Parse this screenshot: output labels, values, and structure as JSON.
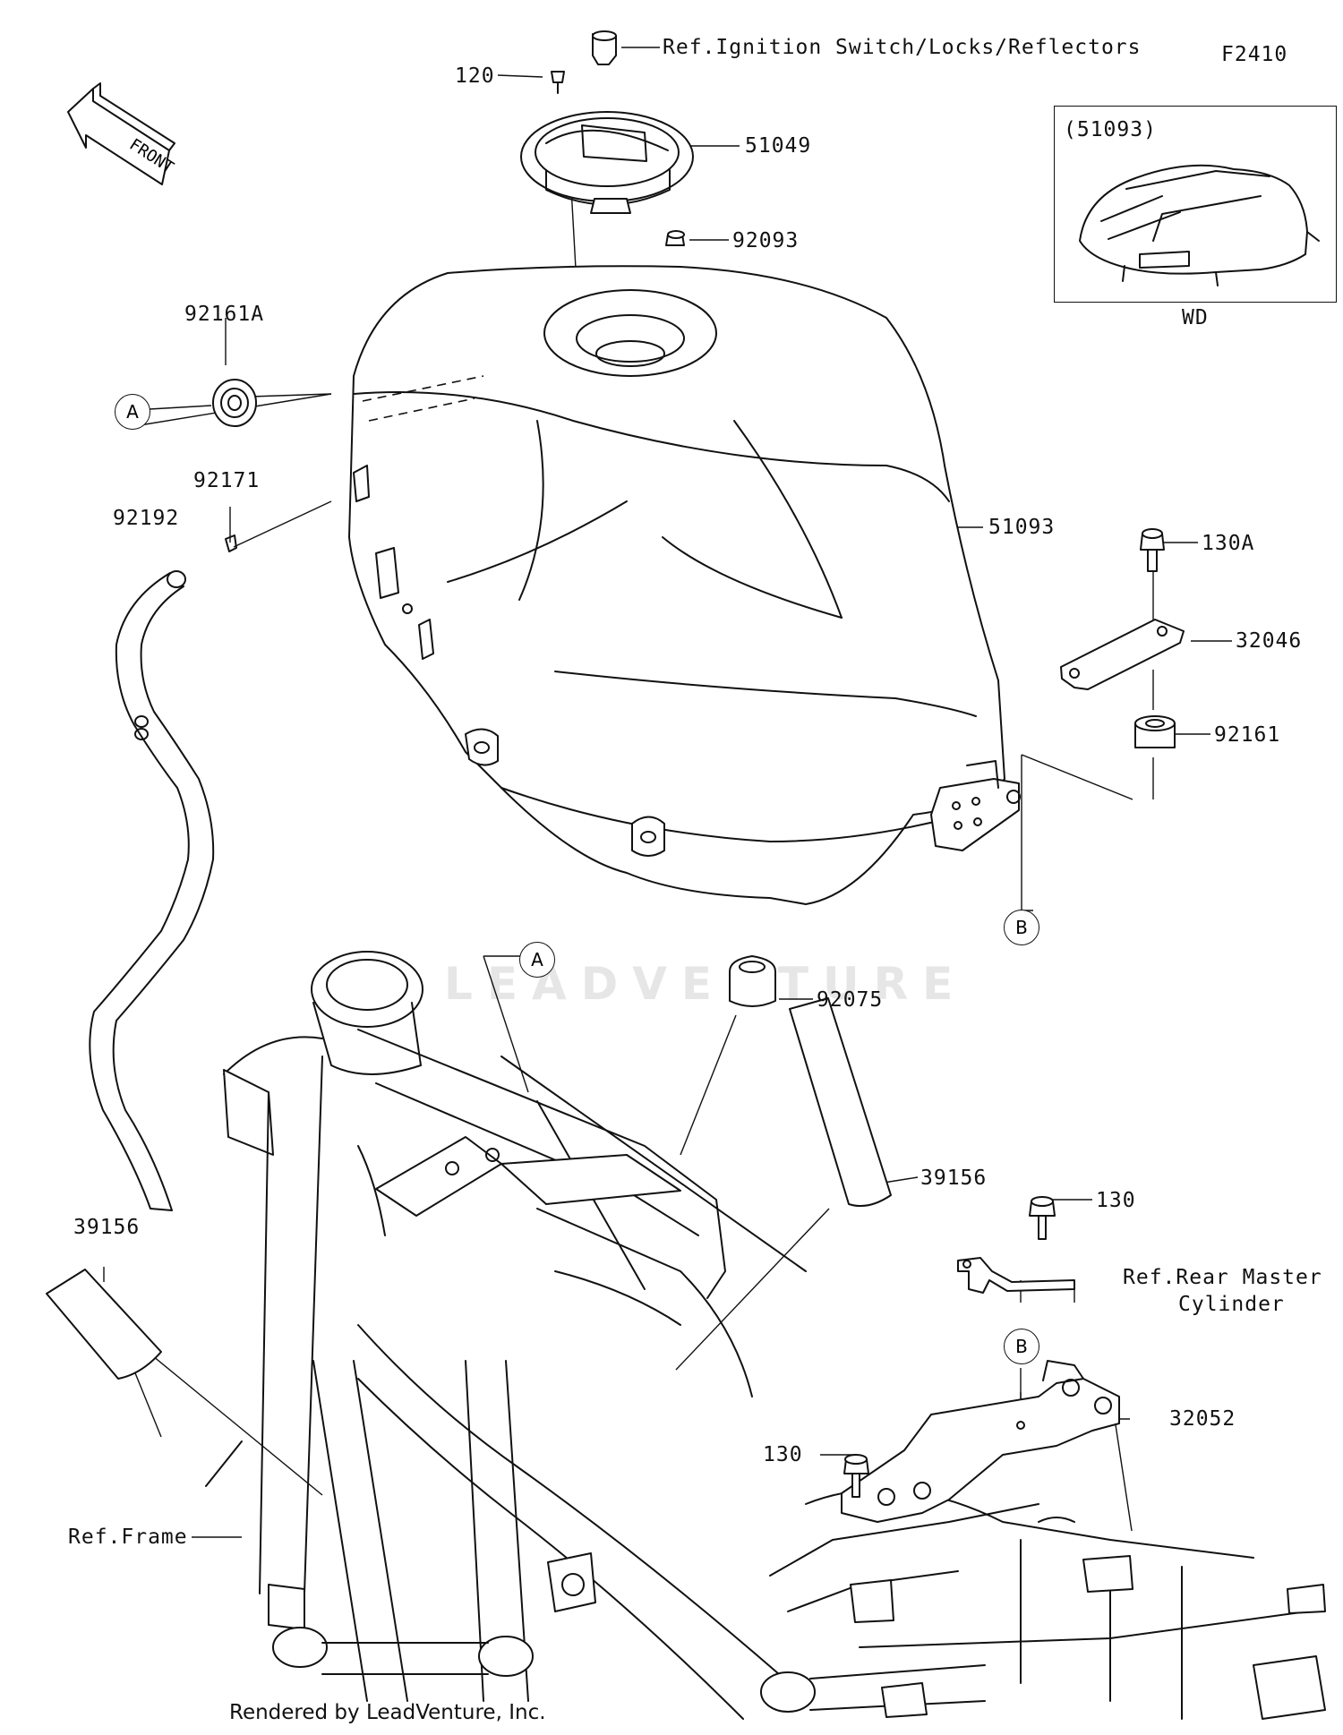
{
  "diagram_code": "F2410",
  "front_label": "FRONT",
  "watermark": "LEADVENTURE",
  "footer": "Rendered by LeadVenture, Inc.",
  "inset": {
    "part": "(51093)",
    "variant": "WD"
  },
  "parts": {
    "p120": "120",
    "ignition_ref": "Ref.Ignition Switch/Locks/Reflectors",
    "p51049": "51049",
    "p92093": "92093",
    "p92161A": "92161A",
    "p92171": "92171",
    "p92192": "92192",
    "p51093": "51093",
    "p130A": "130A",
    "p32046": "32046",
    "p92161": "92161",
    "p92075": "92075",
    "p39156_right": "39156",
    "p39156_left": "39156",
    "p130_top": "130",
    "rear_master_ref_line1": "Ref.Rear Master",
    "rear_master_ref_line2": "Cylinder",
    "p32052": "32052",
    "p130_bottom": "130",
    "frame_ref": "Ref.Frame"
  },
  "callouts": {
    "a1": "A",
    "a2": "A",
    "b1": "B",
    "b2": "B"
  }
}
